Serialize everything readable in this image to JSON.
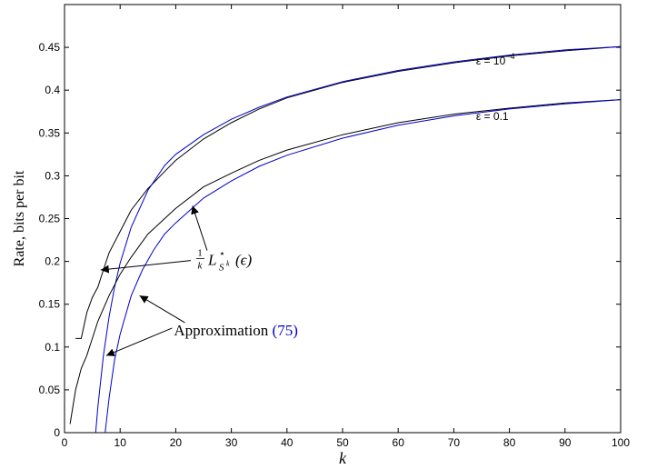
{
  "chart_data": {
    "type": "line",
    "title": "",
    "xlabel": "k",
    "ylabel": "Rate, bits per bit",
    "xlim": [
      0,
      100
    ],
    "ylim": [
      0,
      0.5
    ],
    "xticks": [
      0,
      10,
      20,
      30,
      40,
      50,
      60,
      70,
      80,
      90,
      100
    ],
    "yticks": [
      0,
      0.05,
      0.1,
      0.15,
      0.2,
      0.25,
      0.3,
      0.35,
      0.4,
      0.45
    ],
    "ytick_labels": [
      "0",
      "0.05",
      "0.1",
      "0.15",
      "0.2",
      "0.25",
      "0.3",
      "0.35",
      "0.4",
      "0.45"
    ],
    "grid": false,
    "colors": {
      "exact": "#000000",
      "approx": "#0000cc",
      "ref": "#0000cc"
    },
    "series": [
      {
        "group": "ε = 10^-4",
        "kind": "exact",
        "x": [
          2,
          3,
          4,
          5,
          6,
          7,
          8,
          10,
          12,
          15,
          18,
          20,
          25,
          30,
          35,
          40,
          50,
          60,
          70,
          80,
          90,
          100
        ],
        "y": [
          0.11,
          0.11,
          0.14,
          0.158,
          0.17,
          0.19,
          0.21,
          0.235,
          0.26,
          0.285,
          0.305,
          0.318,
          0.343,
          0.362,
          0.378,
          0.391,
          0.409,
          0.422,
          0.432,
          0.44,
          0.446,
          0.451
        ]
      },
      {
        "group": "ε = 10^-4",
        "kind": "approx",
        "x": [
          5.6,
          6,
          7,
          8,
          9,
          10,
          12,
          15,
          18,
          20,
          25,
          30,
          35,
          40,
          50,
          60,
          70,
          80,
          90,
          100
        ],
        "y": [
          0.0,
          0.03,
          0.09,
          0.135,
          0.17,
          0.198,
          0.24,
          0.283,
          0.312,
          0.325,
          0.348,
          0.366,
          0.38,
          0.392,
          0.41,
          0.423,
          0.433,
          0.441,
          0.447,
          0.451
        ]
      },
      {
        "group": "ε = 0.1",
        "kind": "exact",
        "x": [
          1,
          2,
          3,
          4,
          5,
          6,
          8,
          10,
          12,
          15,
          18,
          20,
          25,
          30,
          35,
          40,
          50,
          60,
          70,
          80,
          90,
          100
        ],
        "y": [
          0.01,
          0.05,
          0.075,
          0.09,
          0.11,
          0.13,
          0.16,
          0.185,
          0.205,
          0.232,
          0.25,
          0.262,
          0.287,
          0.303,
          0.318,
          0.33,
          0.348,
          0.362,
          0.372,
          0.379,
          0.385,
          0.389
        ]
      },
      {
        "group": "ε = 0.1",
        "kind": "approx",
        "x": [
          7.3,
          8,
          9,
          10,
          12,
          14,
          16,
          18,
          20,
          25,
          30,
          35,
          40,
          50,
          60,
          70,
          80,
          90,
          100
        ],
        "y": [
          0.0,
          0.04,
          0.085,
          0.115,
          0.16,
          0.19,
          0.213,
          0.232,
          0.245,
          0.274,
          0.294,
          0.311,
          0.324,
          0.344,
          0.359,
          0.37,
          0.378,
          0.384,
          0.389
        ]
      }
    ],
    "annotations": [
      {
        "name": "exact-label",
        "kind": "fraction",
        "prefix": "1",
        "denom": "k",
        "symbol": "L",
        "sup": "⋆",
        "sub": "S",
        "subsup": "k",
        "arg": "(ϵ)",
        "anchor": [
          24.5,
          0.2
        ],
        "arrows": [
          [
            23,
            0.265
          ],
          [
            6.5,
            0.19
          ]
        ]
      },
      {
        "name": "approx-label",
        "kind": "text",
        "text": "Approximation",
        "ref": "(75)",
        "anchor": [
          20,
          0.12
        ],
        "arrows": [
          [
            13.5,
            0.16
          ],
          [
            7.5,
            0.09
          ]
        ]
      }
    ],
    "series_labels": [
      {
        "base": "ε = 10",
        "exp": "−4",
        "at": [
          74,
          0.43
        ]
      },
      {
        "base": "ε = 0.1",
        "exp": "",
        "at": [
          74,
          0.365
        ]
      }
    ]
  }
}
